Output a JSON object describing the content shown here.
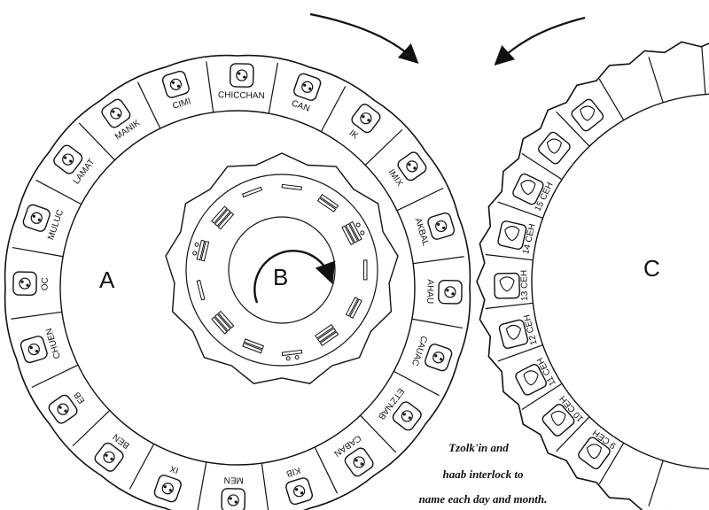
{
  "wheels": {
    "a": {
      "label": "A"
    },
    "b": {
      "label": "B"
    },
    "c": {
      "label": "C"
    }
  },
  "day_names": [
    "AHAU",
    "CAUAC",
    "ETZ'NAB",
    "CABAN",
    "KIB",
    "MEN",
    "IX",
    "BEN",
    "EB",
    "CHUEN",
    "OC",
    "MULUC",
    "LAMAT",
    "MANIK",
    "CIMI",
    "CHICCHAN",
    "CAN",
    "IK",
    "IMIX",
    "AKBAL"
  ],
  "month_days": [
    "13 CEH",
    "12 CEH",
    "11 CEH",
    "10 CEH",
    "9 CEH",
    "14 CEH",
    "15 CEH"
  ],
  "caption": {
    "line1": "Tzolk'in and",
    "line2": "haab interlock to",
    "line3": "name each day and month."
  }
}
